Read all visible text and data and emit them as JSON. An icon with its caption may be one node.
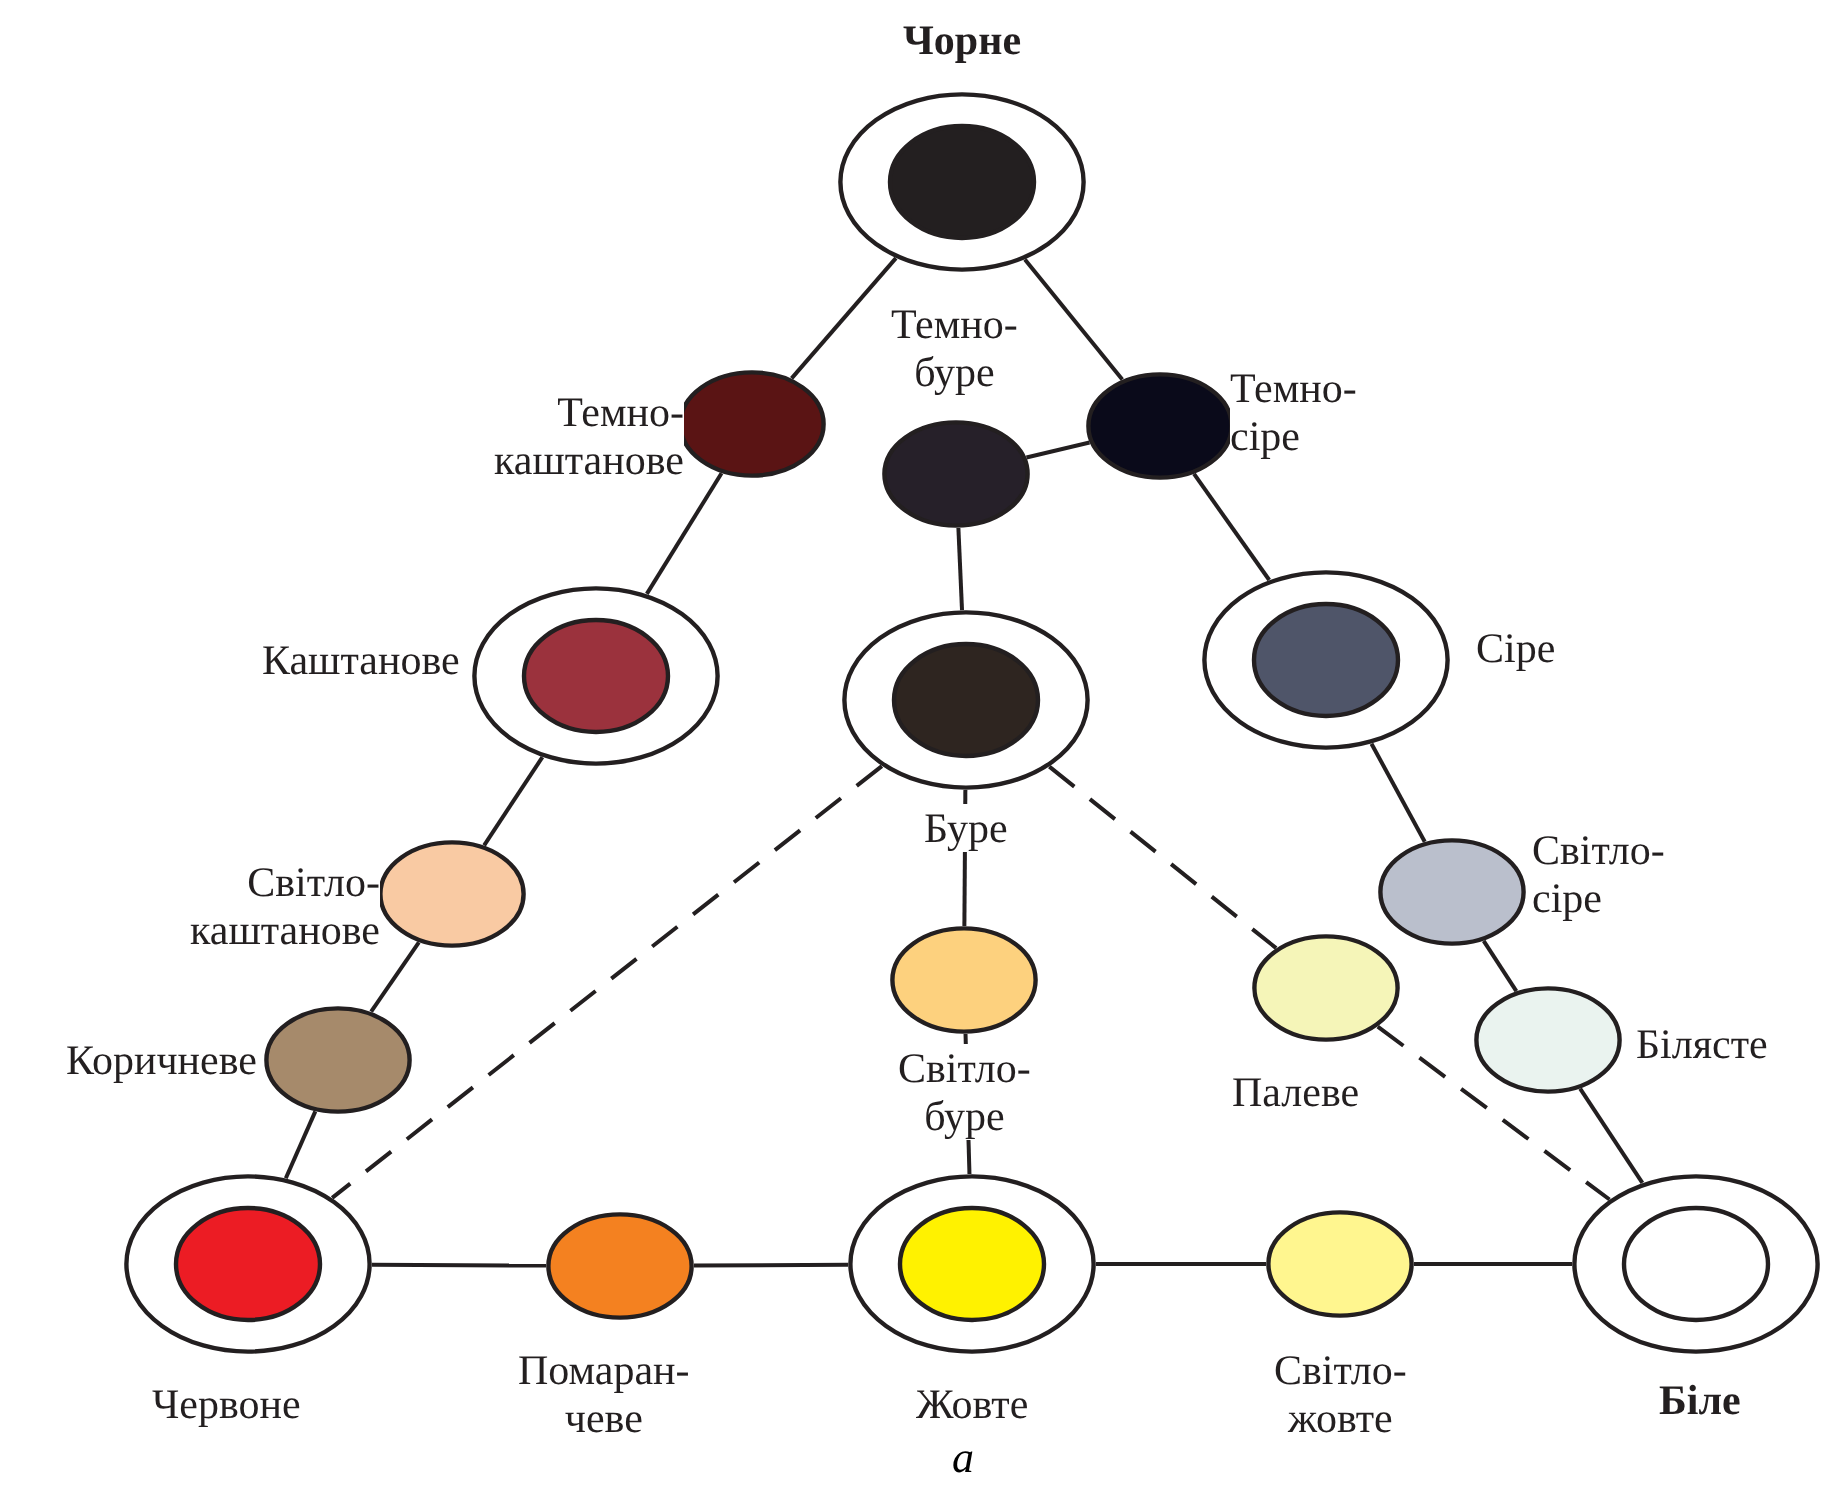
{
  "diagram": {
    "caption": "а",
    "nodes": [
      {
        "text": [],
        "shape": "ring",
        "beside": [
          "**Чорне**"
        ]
      },
      {
        "text": [],
        "shape": "circle",
        "beside": [
          "Темно- каштанове"
        ]
      },
      {
        "text": [],
        "shape": "circle",
        "beside": [
          "Темно- буре"
        ]
      },
      {
        "text": [],
        "shape": "circle",
        "beside": [
          "Темно- сіре"
        ]
      },
      {
        "text": [],
        "shape": "ring",
        "beside": [
          "Каштанове"
        ]
      },
      {
        "text": [],
        "shape": "ring",
        "beside": [
          "Буре"
        ]
      },
      {
        "text": [],
        "shape": "ring",
        "beside": [
          "Сіре"
        ]
      },
      {
        "text": [],
        "shape": "circle",
        "beside": [
          "Світло- каштанове"
        ]
      },
      {
        "text": [],
        "shape": "circle",
        "beside": [
          "Світло- сіре"
        ]
      },
      {
        "text": [],
        "shape": "circle",
        "beside": [
          "Коричневе"
        ]
      },
      {
        "text": [],
        "shape": "circle",
        "beside": [
          "Світло- буре"
        ]
      },
      {
        "text": [],
        "shape": "circle",
        "beside": [
          "Палеве"
        ]
      },
      {
        "text": [],
        "shape": "circle",
        "beside": [
          "Білясте"
        ]
      },
      {
        "text": [],
        "shape": "ring",
        "beside": [
          "Червоне"
        ]
      },
      {
        "text": [],
        "shape": "circle",
        "beside": [
          "Помаран- чеве"
        ]
      },
      {
        "text": [],
        "shape": "ring",
        "beside": [
          "Жовте"
        ]
      },
      {
        "text": [],
        "shape": "circle",
        "beside": [
          "Світло- жовте"
        ]
      },
      {
        "text": [],
        "shape": "ring",
        "beside": [
          "**Біле**"
        ]
      }
    ],
    "edges": [
      {
        "from": 0,
        "to": 1,
        "arrow": "none"
      },
      {
        "from": 1,
        "to": 4,
        "arrow": "none"
      },
      {
        "from": 4,
        "to": 7,
        "arrow": "none"
      },
      {
        "from": 7,
        "to": 9,
        "arrow": "none"
      },
      {
        "from": 9,
        "to": 13,
        "arrow": "none"
      },
      {
        "from": 0,
        "to": 3,
        "arrow": "none"
      },
      {
        "from": 3,
        "to": 6,
        "arrow": "none"
      },
      {
        "from": 6,
        "to": 8,
        "arrow": "none"
      },
      {
        "from": 8,
        "to": 12,
        "arrow": "none"
      },
      {
        "from": 12,
        "to": 17,
        "arrow": "none"
      },
      {
        "from": 2,
        "to": 3,
        "arrow": "none"
      },
      {
        "from": 2,
        "to": 5,
        "arrow": "none"
      },
      {
        "from": 5,
        "to": 10,
        "arrow": "none"
      },
      {
        "from": 10,
        "to": 15,
        "arrow": "none"
      },
      {
        "from": 13,
        "to": 14,
        "arrow": "none"
      },
      {
        "from": 14,
        "to": 15,
        "arrow": "none"
      },
      {
        "from": 15,
        "to": 16,
        "arrow": "none"
      },
      {
        "from": 16,
        "to": 17,
        "arrow": "none"
      },
      {
        "from": 5,
        "to": 13,
        "arrow": "none",
        "style": "dashed"
      },
      {
        "from": 5,
        "to": 11,
        "arrow": "none",
        "style": "dashed"
      },
      {
        "from": 11,
        "to": 17,
        "arrow": "none",
        "style": "dashed"
      }
    ]
  }
}
